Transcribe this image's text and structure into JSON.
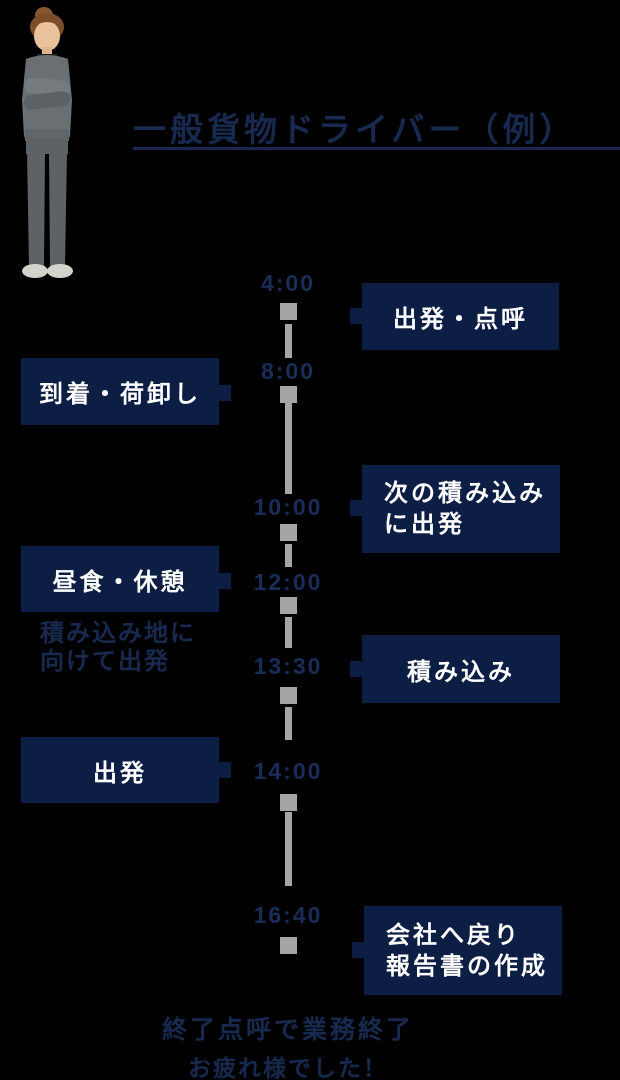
{
  "title": {
    "text": "一般貨物ドライバー（例）"
  },
  "photo": {
    "description": "driver standing with arms crossed"
  },
  "colors": {
    "background": "#000000",
    "navy_box": "#0d1e45",
    "navy_text": "#18294f",
    "time_text": "#1a2c58",
    "timeline_gray": "#a5a5a5",
    "box_label_white": "#ffffff"
  },
  "timeline": {
    "entries": [
      {
        "time": "4:00",
        "side": "right",
        "label_line1": "出発・点呼"
      },
      {
        "time": "8:00",
        "side": "left",
        "label_line1": "到着・荷卸し"
      },
      {
        "time": "10:00",
        "side": "right",
        "label_line1": "次の積み込み",
        "label_line2": "に出発"
      },
      {
        "time": "12:00",
        "side": "left",
        "label_line1": "昼食・休憩"
      },
      {
        "time": "13:30",
        "side": "right",
        "label_line1": "積み込み"
      },
      {
        "time": "14:00",
        "side": "left",
        "label_line1": "出発"
      },
      {
        "time": "16:40",
        "side": "right",
        "label_line1": "会社へ戻り",
        "label_line2": "報告書の作成"
      }
    ],
    "side_note": {
      "line1": "積み込み地に",
      "line2": "向けて出発"
    }
  },
  "footer": {
    "line1": "終了点呼で業務終了",
    "line2": "お疲れ様でした！"
  }
}
